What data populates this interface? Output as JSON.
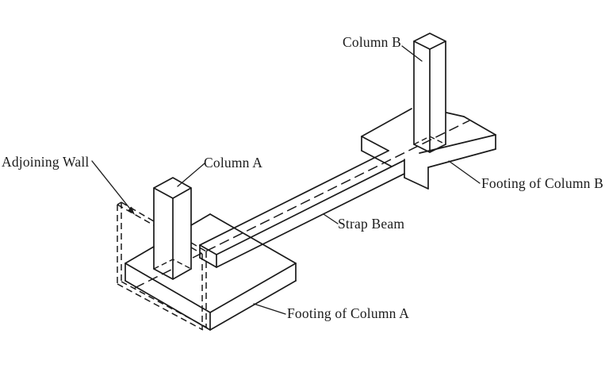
{
  "figure": {
    "type": "isometric-line-diagram",
    "subject": "strap-footing-with-adjoining-wall",
    "background_color": "#ffffff",
    "line_color": "#1b1b1b",
    "labels": {
      "column_b": "Column B",
      "column_a": "Column A",
      "adjoining_wall": "Adjoining Wall",
      "strap_beam": "Strap Beam",
      "footing_of_column_b": "Footing of Column B",
      "footing_of_column_a": "Footing of Column A"
    }
  }
}
